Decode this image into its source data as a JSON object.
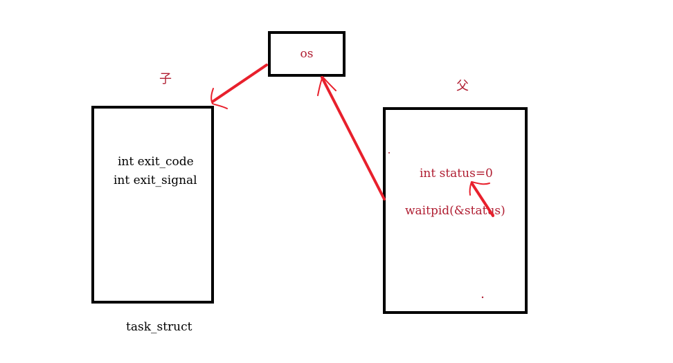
{
  "os_label": "os",
  "child": {
    "title": "子",
    "fields": [
      "int exit_code",
      "int exit_signal"
    ],
    "caption": "task_struct"
  },
  "parent": {
    "title": "父",
    "status_decl": "int status=0",
    "call": "waitpid(&status)"
  },
  "colors": {
    "box_border": "#000000",
    "arrow": "#e8202c",
    "annotation_text": "#b01e32",
    "text": "#000000"
  }
}
